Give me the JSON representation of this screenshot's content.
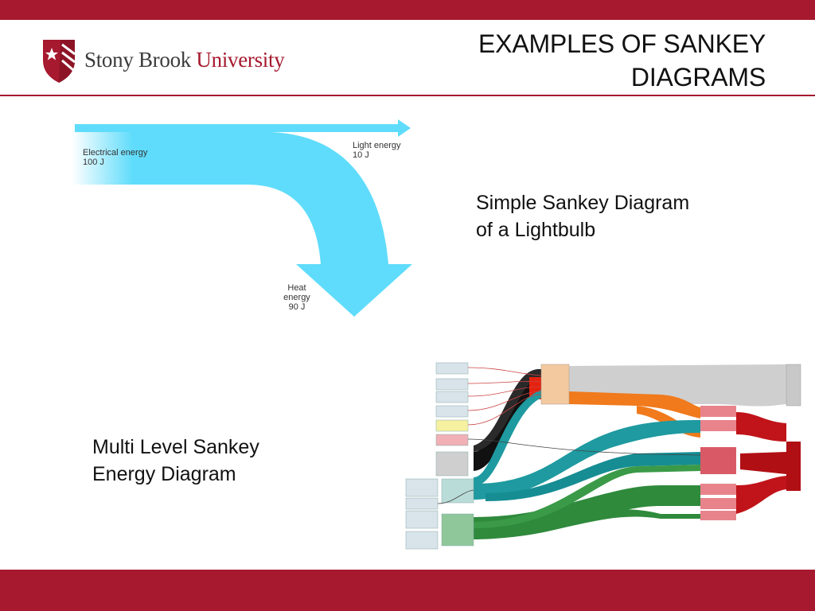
{
  "header": {
    "logo_word1": "Stony Brook",
    "logo_word2": "University",
    "title_line1": "EXAMPLES OF SANKEY",
    "title_line2": "DIAGRAMS"
  },
  "lightbulb_diagram": {
    "input_label": "Electrical energy",
    "input_value": "100 J",
    "light_label": "Light energy",
    "light_value": "10 J",
    "heat_label_1": "Heat",
    "heat_label_2": "energy",
    "heat_value": "90 J",
    "caption_line1": "Simple Sankey Diagram",
    "caption_line2": "of a Lightbulb"
  },
  "energy_diagram": {
    "caption_line1": "Multi Level Sankey",
    "caption_line2": "Energy Diagram",
    "colors": {
      "electricity": "#c8c8c8",
      "coal": "#111111",
      "gas": "#1e9aa0",
      "petroleum": "#2f8a3c",
      "electric_gen": "#e4220f",
      "distributed": "#f07a1c",
      "end_use": "#b00f14",
      "nodes_pink": "#e8838c"
    }
  }
}
